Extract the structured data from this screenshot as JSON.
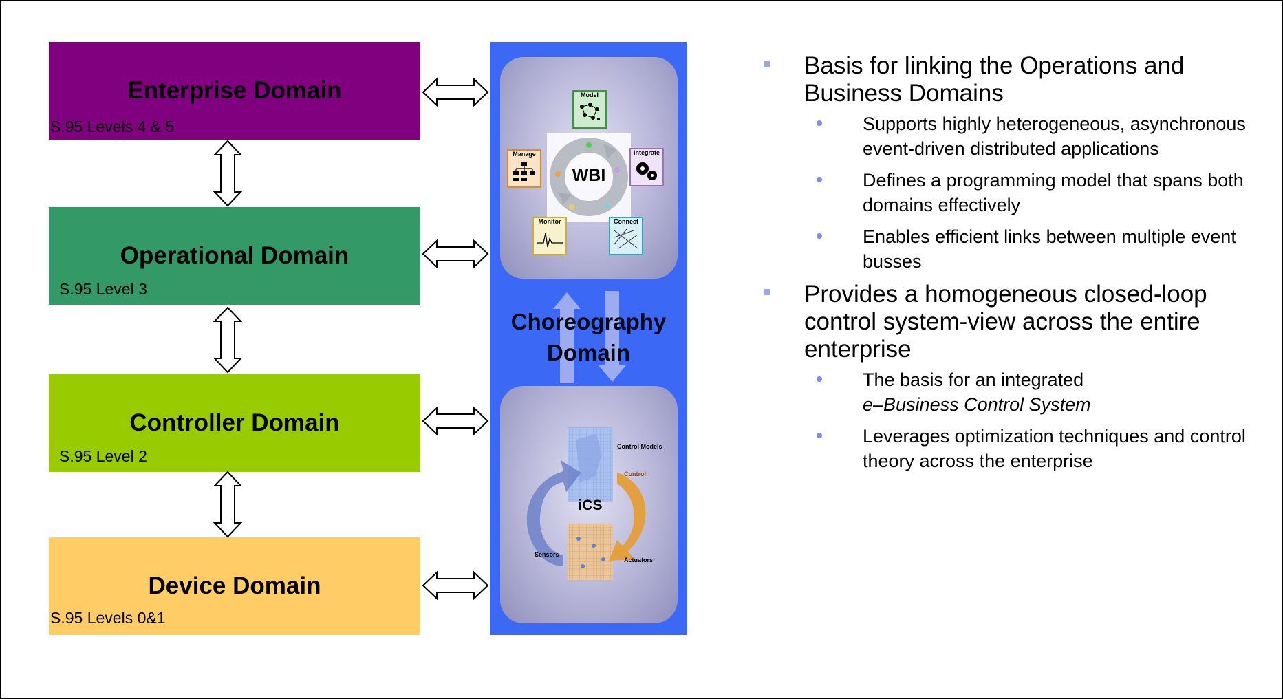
{
  "domains": [
    {
      "title": "Enterprise Domain",
      "level": "S.95 Levels 4 & 5",
      "color": "#800080"
    },
    {
      "title": "Operational Domain",
      "level": "S.95 Level 3",
      "color": "#339966"
    },
    {
      "title": "Controller Domain",
      "level": "S.95 Level 2",
      "color": "#99cc00"
    },
    {
      "title": "Device Domain",
      "level": "S.95 Levels 0&1",
      "color": "#ffcc66"
    }
  ],
  "choreography": {
    "title_line1": "Choreography",
    "title_line2": "Domain",
    "color": "#3b68f4",
    "wbi": {
      "center": "WBI",
      "modules": [
        "Model",
        "Integrate",
        "Connect",
        "Monitor",
        "Manage"
      ]
    },
    "ics": {
      "center": "iCS",
      "labels": [
        "Control Models",
        "Control",
        "Sensors",
        "Actuators"
      ]
    }
  },
  "bullets": [
    {
      "text": "Basis for linking the Operations and Business Domains",
      "sub": [
        "Supports highly heterogeneous, asynchronous event-driven distributed applications",
        "Defines a programming model that spans both domains effectively",
        "Enables efficient links between multiple event busses"
      ]
    },
    {
      "text": "Provides a homogeneous closed-loop control system-view across the entire enterprise",
      "sub": [
        {
          "line1": "The basis for an integrated",
          "line2": "e–Business Control System"
        },
        "Leverages optimization techniques and control theory across the enterprise"
      ]
    }
  ],
  "accent_colors": {
    "bullet_square": "#9aa5f0",
    "bullet_dot": "#7c8cf0"
  }
}
